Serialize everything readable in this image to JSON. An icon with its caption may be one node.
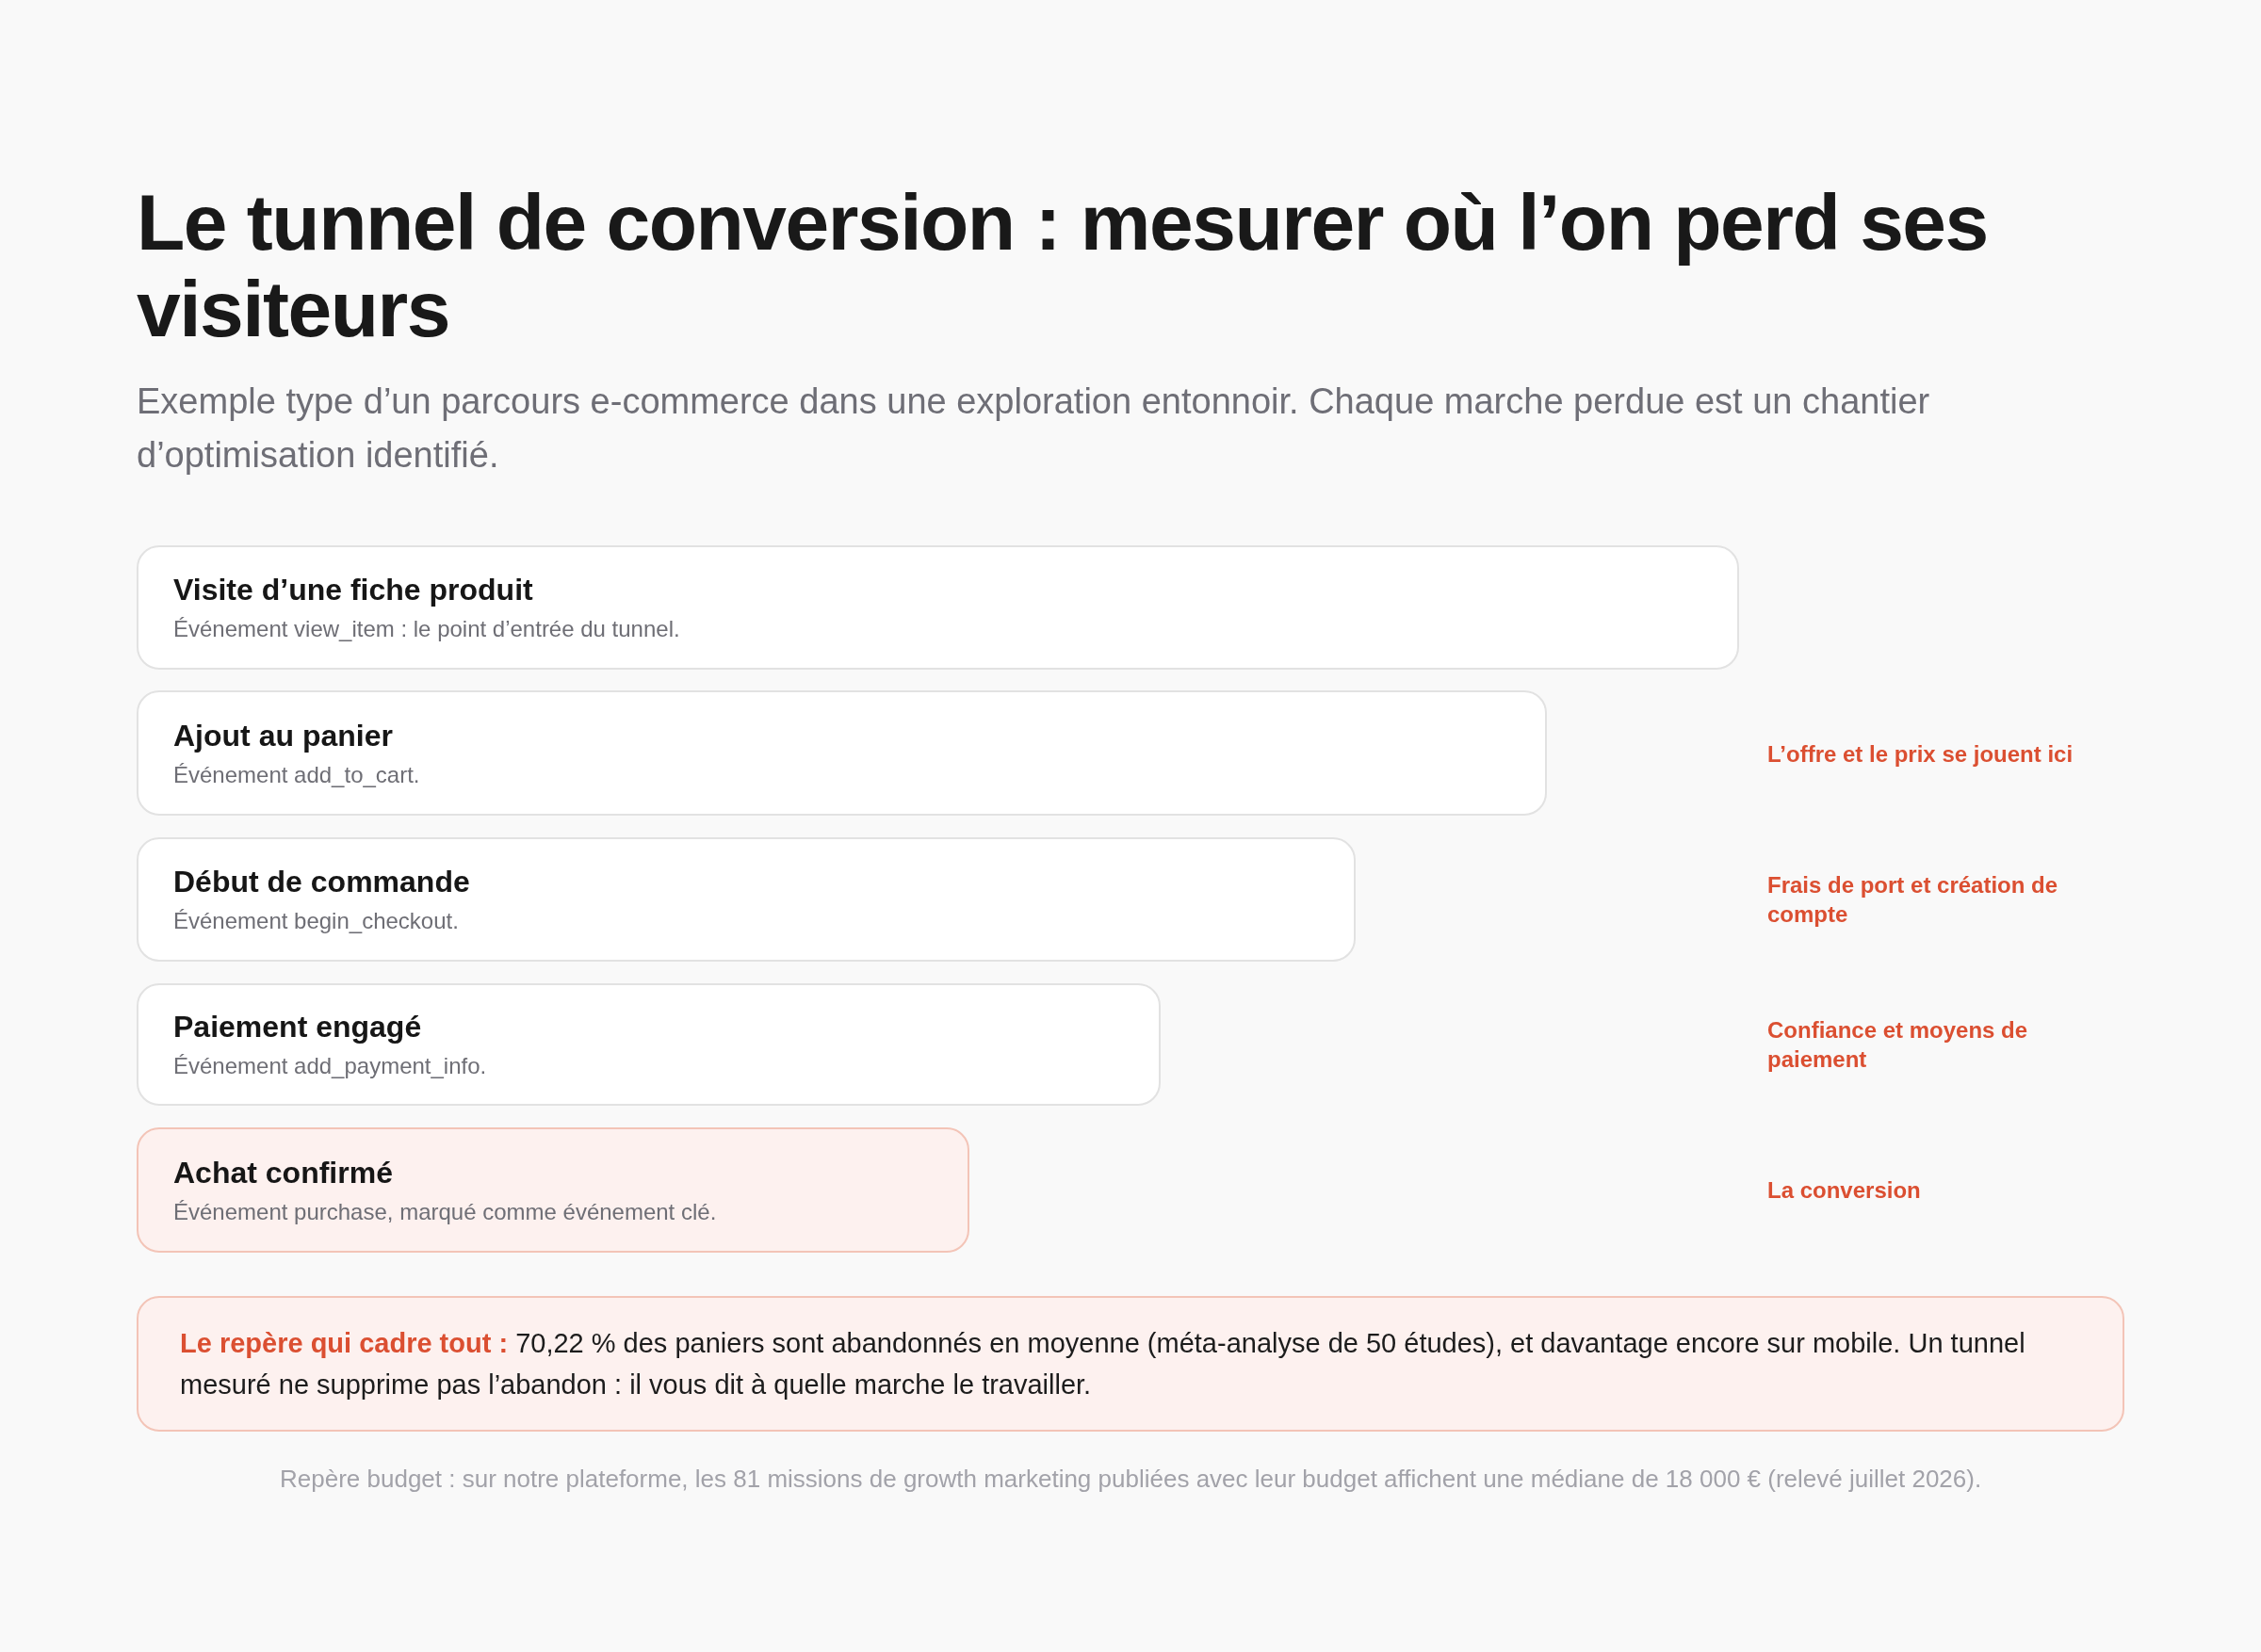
{
  "diagram": {
    "title": "Le tunnel de conversion : mesurer où l’on perd ses visiteurs",
    "nodes": [
      {
        "text": [
          "Visite d’une fiche produit",
          "Événement view_item : le point d’entrée du tunnel."
        ]
      },
      {
        "text": [
          "Ajout au panier",
          "Événement add_to_cart."
        ]
      },
      {
        "text": [
          "Début de commande",
          "Événement begin_checkout."
        ]
      },
      {
        "text": [
          "Paiement engagé",
          "Événement add_payment_info."
        ]
      },
      {
        "text": [
          "Achat confirmé",
          "Événement purchase, marqué comme événement clé."
        ]
      },
      {
        "text": [
          "**Le repère qui cadre tout :** 70,22 % des paniers sont abandonnés en moyenne (méta-analyse de 50 études), et davantage encore sur mobile. Un tunnel mesuré ne supprime pas l’abandon : il vous dit à quelle marche le travailler."
        ]
      }
    ],
    "labels": [
      "Exemple type d’un parcours e-commerce dans une exploration entonnoir. Chaque marche perdue est un chantier d’optimisation identifié.",
      "L’offre et le prix se jouent ici",
      "Frais de port et création de compte",
      "Confiance et moyens de paiement",
      "La conversion",
      "Repère budget : sur notre plateforme, les 81 missions de growth marketing publiées avec leur budget affichent une médiane de 18 000 € (relevé juillet 2026)."
    ]
  }
}
